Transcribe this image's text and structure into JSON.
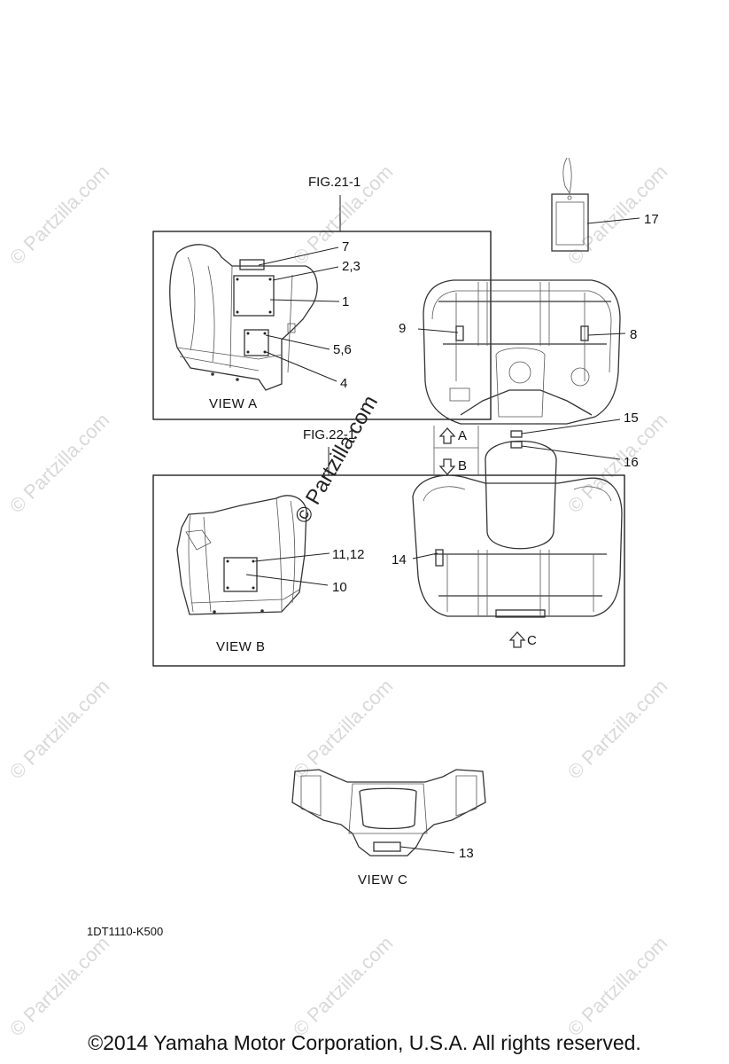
{
  "figure_refs": {
    "fig_a": "FIG.21-1",
    "fig_b": "FIG.22-1"
  },
  "views": {
    "a": "VIEW A",
    "b": "VIEW B",
    "c": "VIEW C"
  },
  "arrows": {
    "a": "A",
    "b": "B",
    "c": "C"
  },
  "callouts": {
    "c1": "1",
    "c2_3": "2,3",
    "c4": "4",
    "c5_6": "5,6",
    "c7": "7",
    "c8": "8",
    "c9": "9",
    "c10": "10",
    "c11_12": "11,12",
    "c13": "13",
    "c14": "14",
    "c15": "15",
    "c16": "16",
    "c17": "17"
  },
  "diagram_code": "1DT1110-K500",
  "watermark": "© Partzilla.com",
  "copyright": "©2014  Yamaha Motor Corporation, U.S.A. All rights reserved."
}
